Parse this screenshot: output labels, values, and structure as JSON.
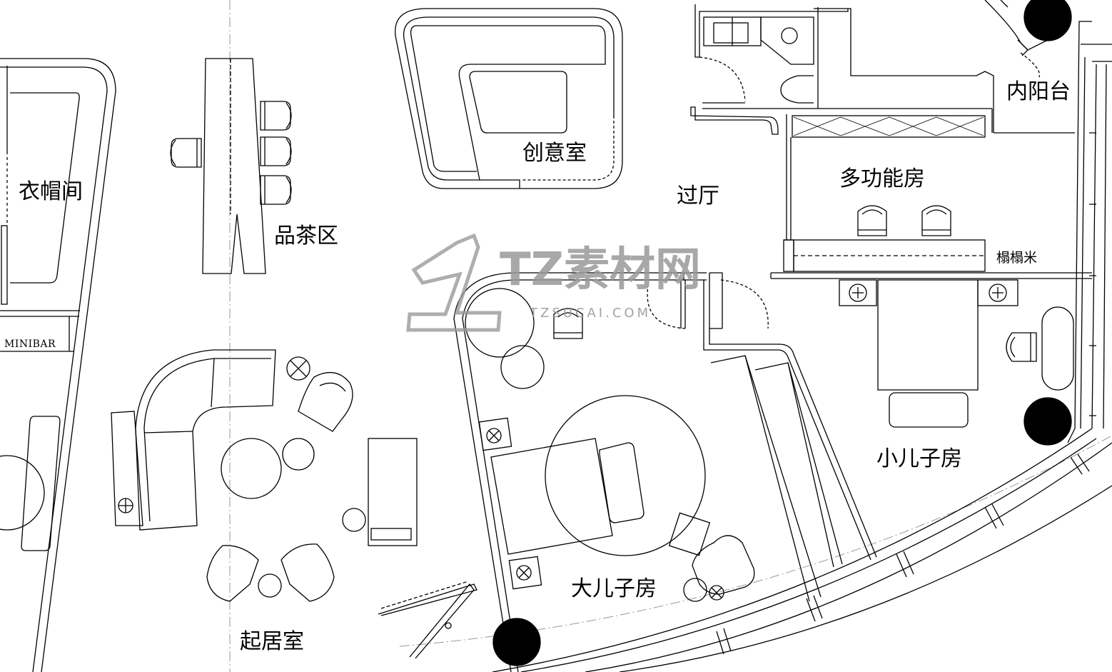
{
  "plan": {
    "rooms": {
      "wardrobe": "衣帽间",
      "tea_area": "品茶区",
      "creative_room": "创意室",
      "hall": "过厅",
      "multi_room": "多功能房",
      "inner_balcony": "内阳台",
      "tatami": "榻榻米",
      "younger_son_room": "小儿子房",
      "elder_son_room": "大儿子房",
      "living_room": "起居室",
      "minibar": "MINIBAR"
    },
    "watermark": {
      "main": "TZ素材网",
      "sub": "TZSUCAI.COM"
    },
    "colors": {
      "line": "#000000",
      "background": "#ffffff",
      "watermark": "#9a9a9a"
    }
  }
}
